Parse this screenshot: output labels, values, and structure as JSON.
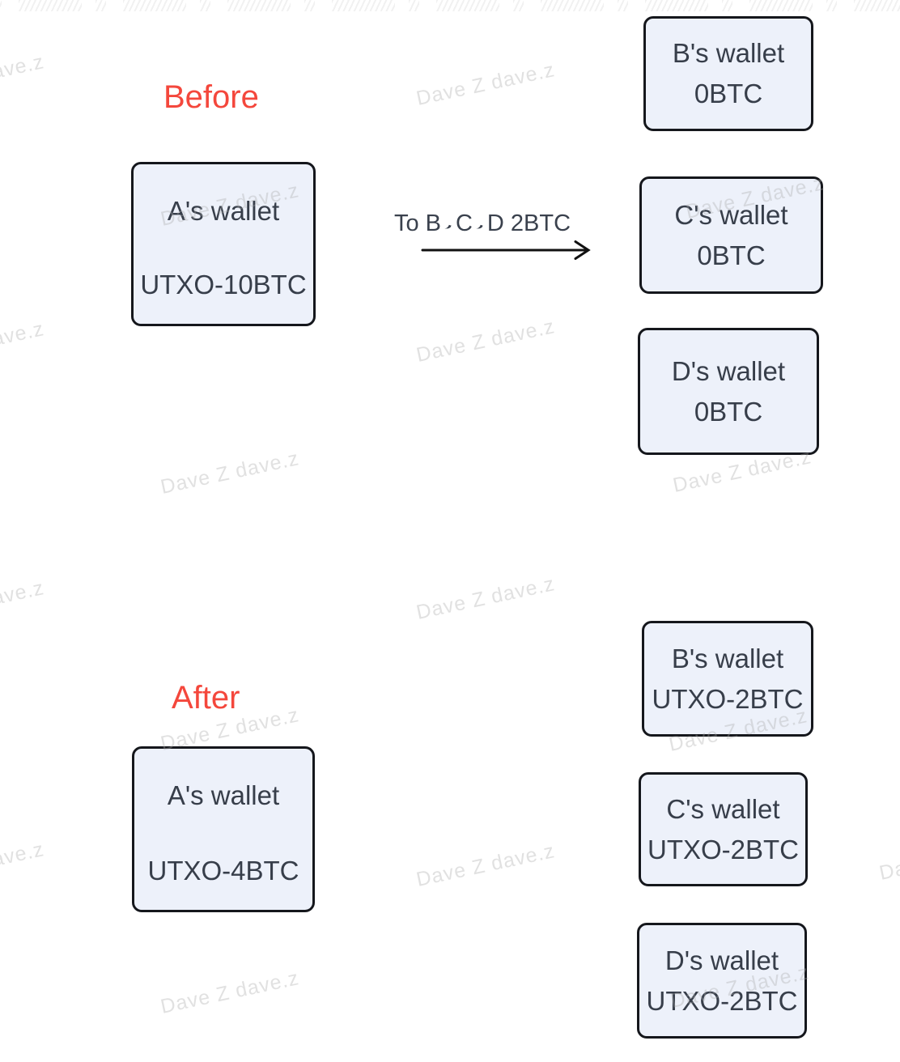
{
  "watermark": {
    "text": "Dave Z dave.z"
  },
  "colors": {
    "accent_red": "#F4473C",
    "box_fill": "#EDF1FA",
    "box_border": "#15171C",
    "text": "#373E4A",
    "arrow": "#111111",
    "watermark_gray": "#ECECEC"
  },
  "before": {
    "title": "Before",
    "wallet_a": {
      "line1": "A's wallet",
      "line2": "UTXO-10BTC"
    },
    "transfer": {
      "label": "To B、C、D 2BTC"
    },
    "wallet_b": {
      "line1": "B's wallet",
      "line2": "0BTC"
    },
    "wallet_c": {
      "line1": "C's wallet",
      "line2": "0BTC"
    },
    "wallet_d": {
      "line1": "D's wallet",
      "line2": "0BTC"
    }
  },
  "after": {
    "title": "After",
    "wallet_a": {
      "line1": "A's wallet",
      "line2": "UTXO-4BTC"
    },
    "wallet_b": {
      "line1": "B's wallet",
      "line2": "UTXO-2BTC"
    },
    "wallet_c": {
      "line1": "C's wallet",
      "line2": "UTXO-2BTC"
    },
    "wallet_d": {
      "line1": "D's wallet",
      "line2": "UTXO-2BTC"
    }
  }
}
